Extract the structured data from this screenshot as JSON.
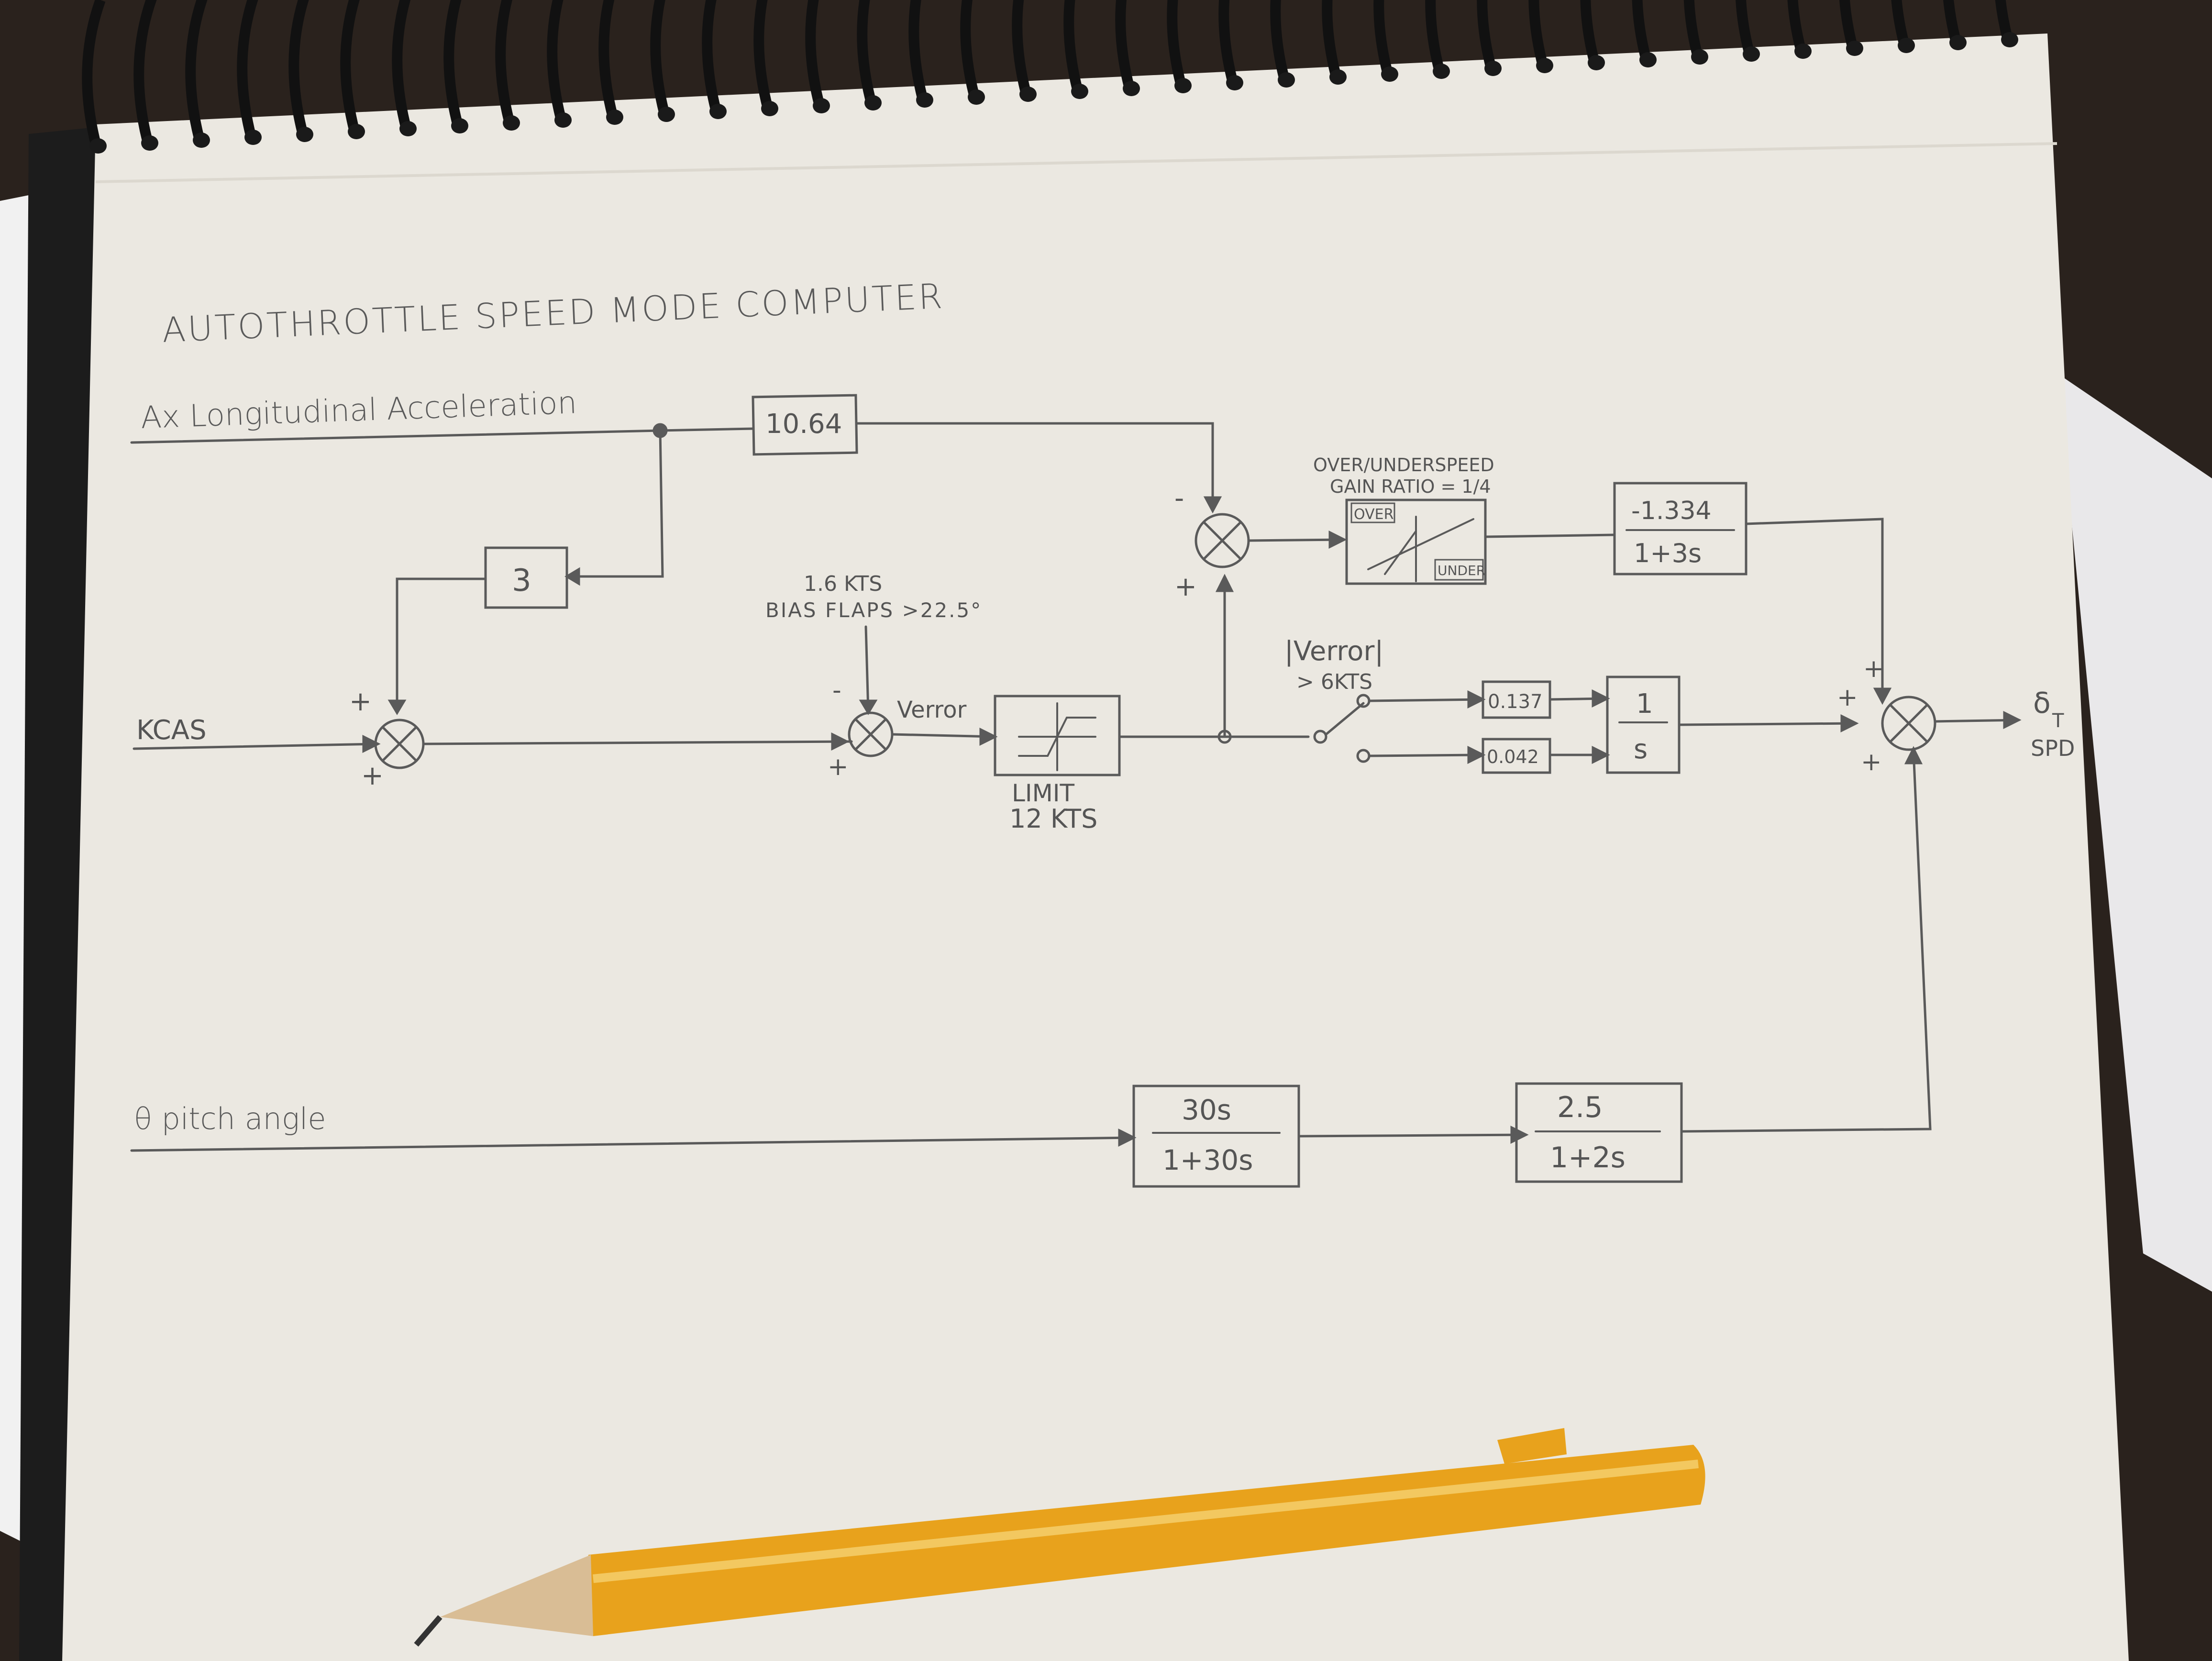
{
  "diagram": {
    "title": "AUTOTHROTTLE SPEED MODE COMPUTER",
    "inputs": {
      "ax": "Ax Longitudinal Acceleration",
      "kcas": "KCAS",
      "theta": "θ pitch angle"
    },
    "blocks": {
      "gain_accel": "10.64",
      "gain_three": "3",
      "bias": {
        "line1": "1.6 KTS",
        "line2": "BIAS FLAPS >22.5°"
      },
      "verror": "Verror",
      "limit": {
        "line1": "LIMIT",
        "line2": "12 KTS"
      },
      "overunder": {
        "line1": "OVER/UNDERSPEED",
        "line2": "GAIN RATIO = 1/4",
        "over": "OVER",
        "under": "UNDER"
      },
      "lag_num": "-1.334",
      "lag_den": "1+3s",
      "switch": {
        "line1": "|Verror|",
        "line2": "> 6KTS"
      },
      "gain_high": "0.137",
      "gain_low": "0.042",
      "integ_num": "1",
      "integ_den": "s",
      "washout_num": "30s",
      "washout_den": "1+30s",
      "pitch_num": "2.5",
      "pitch_den": "1+2s"
    },
    "output": {
      "symbol": "δ",
      "subscript": "T",
      "label": "SPD"
    },
    "signs": {
      "plus": "+",
      "minus": "-"
    }
  },
  "colors": {
    "paper": "#ebe8e1",
    "pencil": "#5a5a5a",
    "pencil_body": "#e8a21c",
    "background": "#2a221d"
  }
}
